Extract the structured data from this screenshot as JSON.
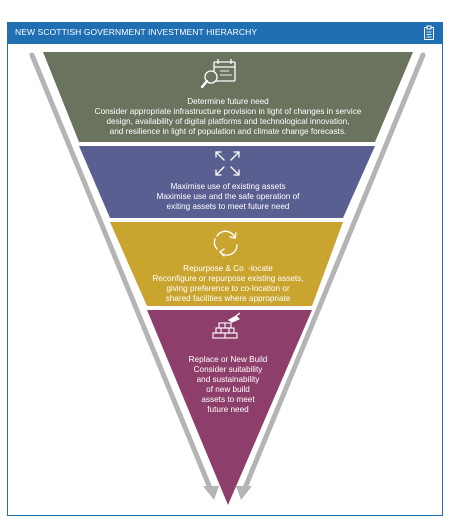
{
  "header": {
    "title": "NEW SCOTTISH GOVERNMENT INVESTMENT HIERARCHY",
    "icon": "document-icon"
  },
  "colors": {
    "header": "#1f6fb2",
    "arrow": "#b4b4b4",
    "tier1": "#6a735e",
    "tier2": "#5a5f92",
    "tier3": "#c9a42e",
    "tier4": "#8d3e6a"
  },
  "tiers": [
    {
      "icon": "planning-magnifier-calendar-icon",
      "title": "Determine future need",
      "lines": [
        "Consider appropriate infrastructure provision in light of changes in service",
        "design, availability of digital platforms and technological innovation,",
        "and resilience in light of population and climate change forecasts."
      ]
    },
    {
      "icon": "expand-arrows-icon",
      "title": "Maximise use of existing assets",
      "lines": [
        "Maximise use and the safe operation of",
        "exiting assets to meet future need"
      ]
    },
    {
      "icon": "circular-arrows-icon",
      "title": "Repurpose & Co  -locate",
      "lines": [
        "Reconfigure or repurpose existing assets,",
        "giving preference to co-location or",
        "shared facilities where appropriate"
      ]
    },
    {
      "icon": "bricks-trowel-icon",
      "title": "Replace or New Build",
      "lines": [
        "Consider suitability",
        "and sustainability",
        "of new build",
        "assets to meet",
        "future need"
      ]
    }
  ]
}
